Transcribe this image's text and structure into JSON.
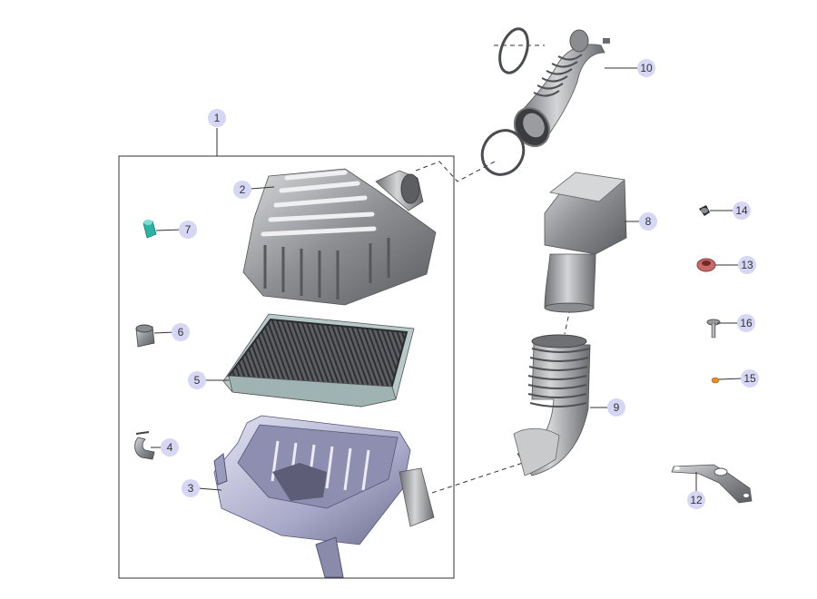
{
  "callouts": {
    "c1": "1",
    "c2": "2",
    "c3": "3",
    "c4": "4",
    "c5": "5",
    "c6": "6",
    "c7": "7",
    "c8": "8",
    "c9": "9",
    "c10": "10",
    "c11": "12",
    "c12": "13",
    "c13": "14",
    "c14": "15",
    "c15": "16"
  },
  "colors": {
    "callout_fill": "#d6d6f5",
    "part_gray": "#9a9ca0",
    "part_dark": "#4a4c50",
    "tray_lavender": "#b9b9d6",
    "teal": "#2bb3a4",
    "red_grommet": "#c96a6a",
    "orange_clip": "#e0902a"
  }
}
